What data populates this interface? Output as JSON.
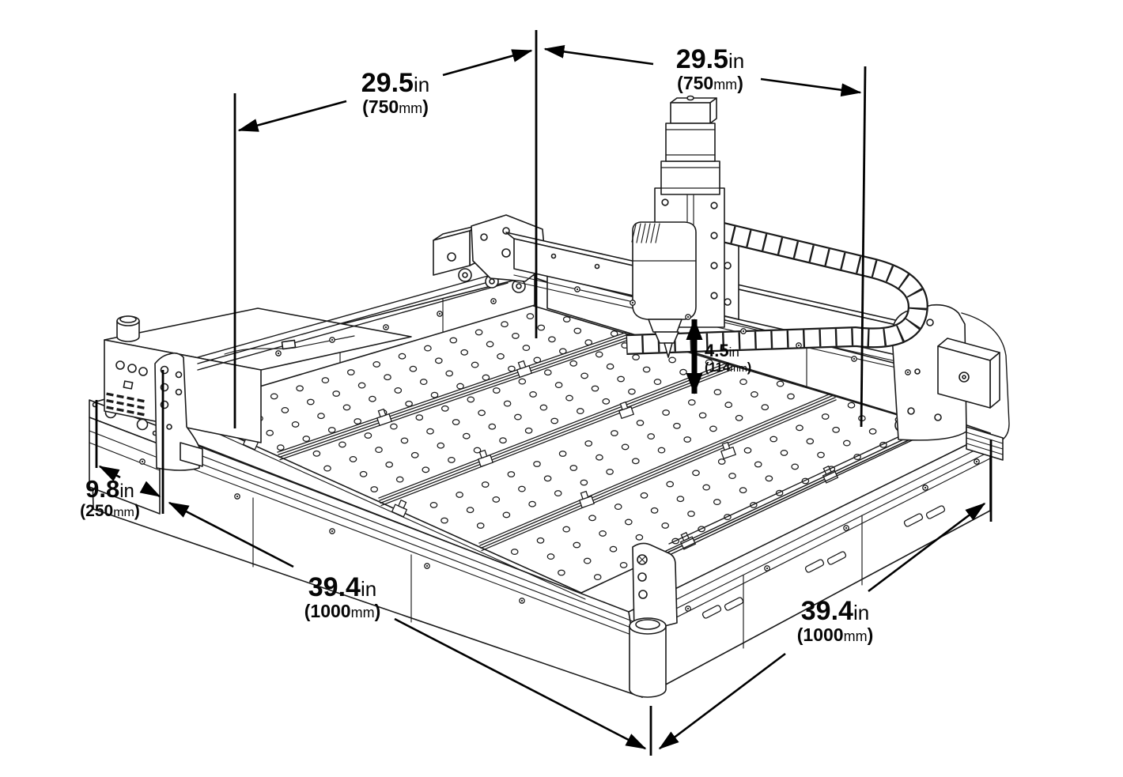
{
  "colors": {
    "ink": "#1a1a1a",
    "dimension_ink": "#000000",
    "background": "#ffffff"
  },
  "dimensions": {
    "x_travel_left": {
      "in_value": "29.5",
      "in_unit": "in",
      "mm_open": "(",
      "mm_value": "750",
      "mm_unit": "mm",
      "mm_close": ")"
    },
    "x_travel_right": {
      "in_value": "29.5",
      "in_unit": "in",
      "mm_open": "(",
      "mm_value": "750",
      "mm_unit": "mm",
      "mm_close": ")"
    },
    "z_clearance": {
      "in_value": "4.5",
      "in_unit": "in",
      "mm_open": "(",
      "mm_value": "114",
      "mm_unit": "mm",
      "mm_close": ")"
    },
    "rail_offset": {
      "in_value": "9.8",
      "in_unit": "in",
      "mm_open": "(",
      "mm_value": "250",
      "mm_unit": "mm",
      "mm_close": ")"
    },
    "y_travel_left": {
      "in_value": "39.4",
      "in_unit": "in",
      "mm_open": "(",
      "mm_value": "1000",
      "mm_unit": "mm",
      "mm_close": ")"
    },
    "y_travel_right": {
      "in_value": "39.4",
      "in_unit": "in",
      "mm_open": "(",
      "mm_value": "1000",
      "mm_unit": "mm",
      "mm_close": ")"
    }
  }
}
